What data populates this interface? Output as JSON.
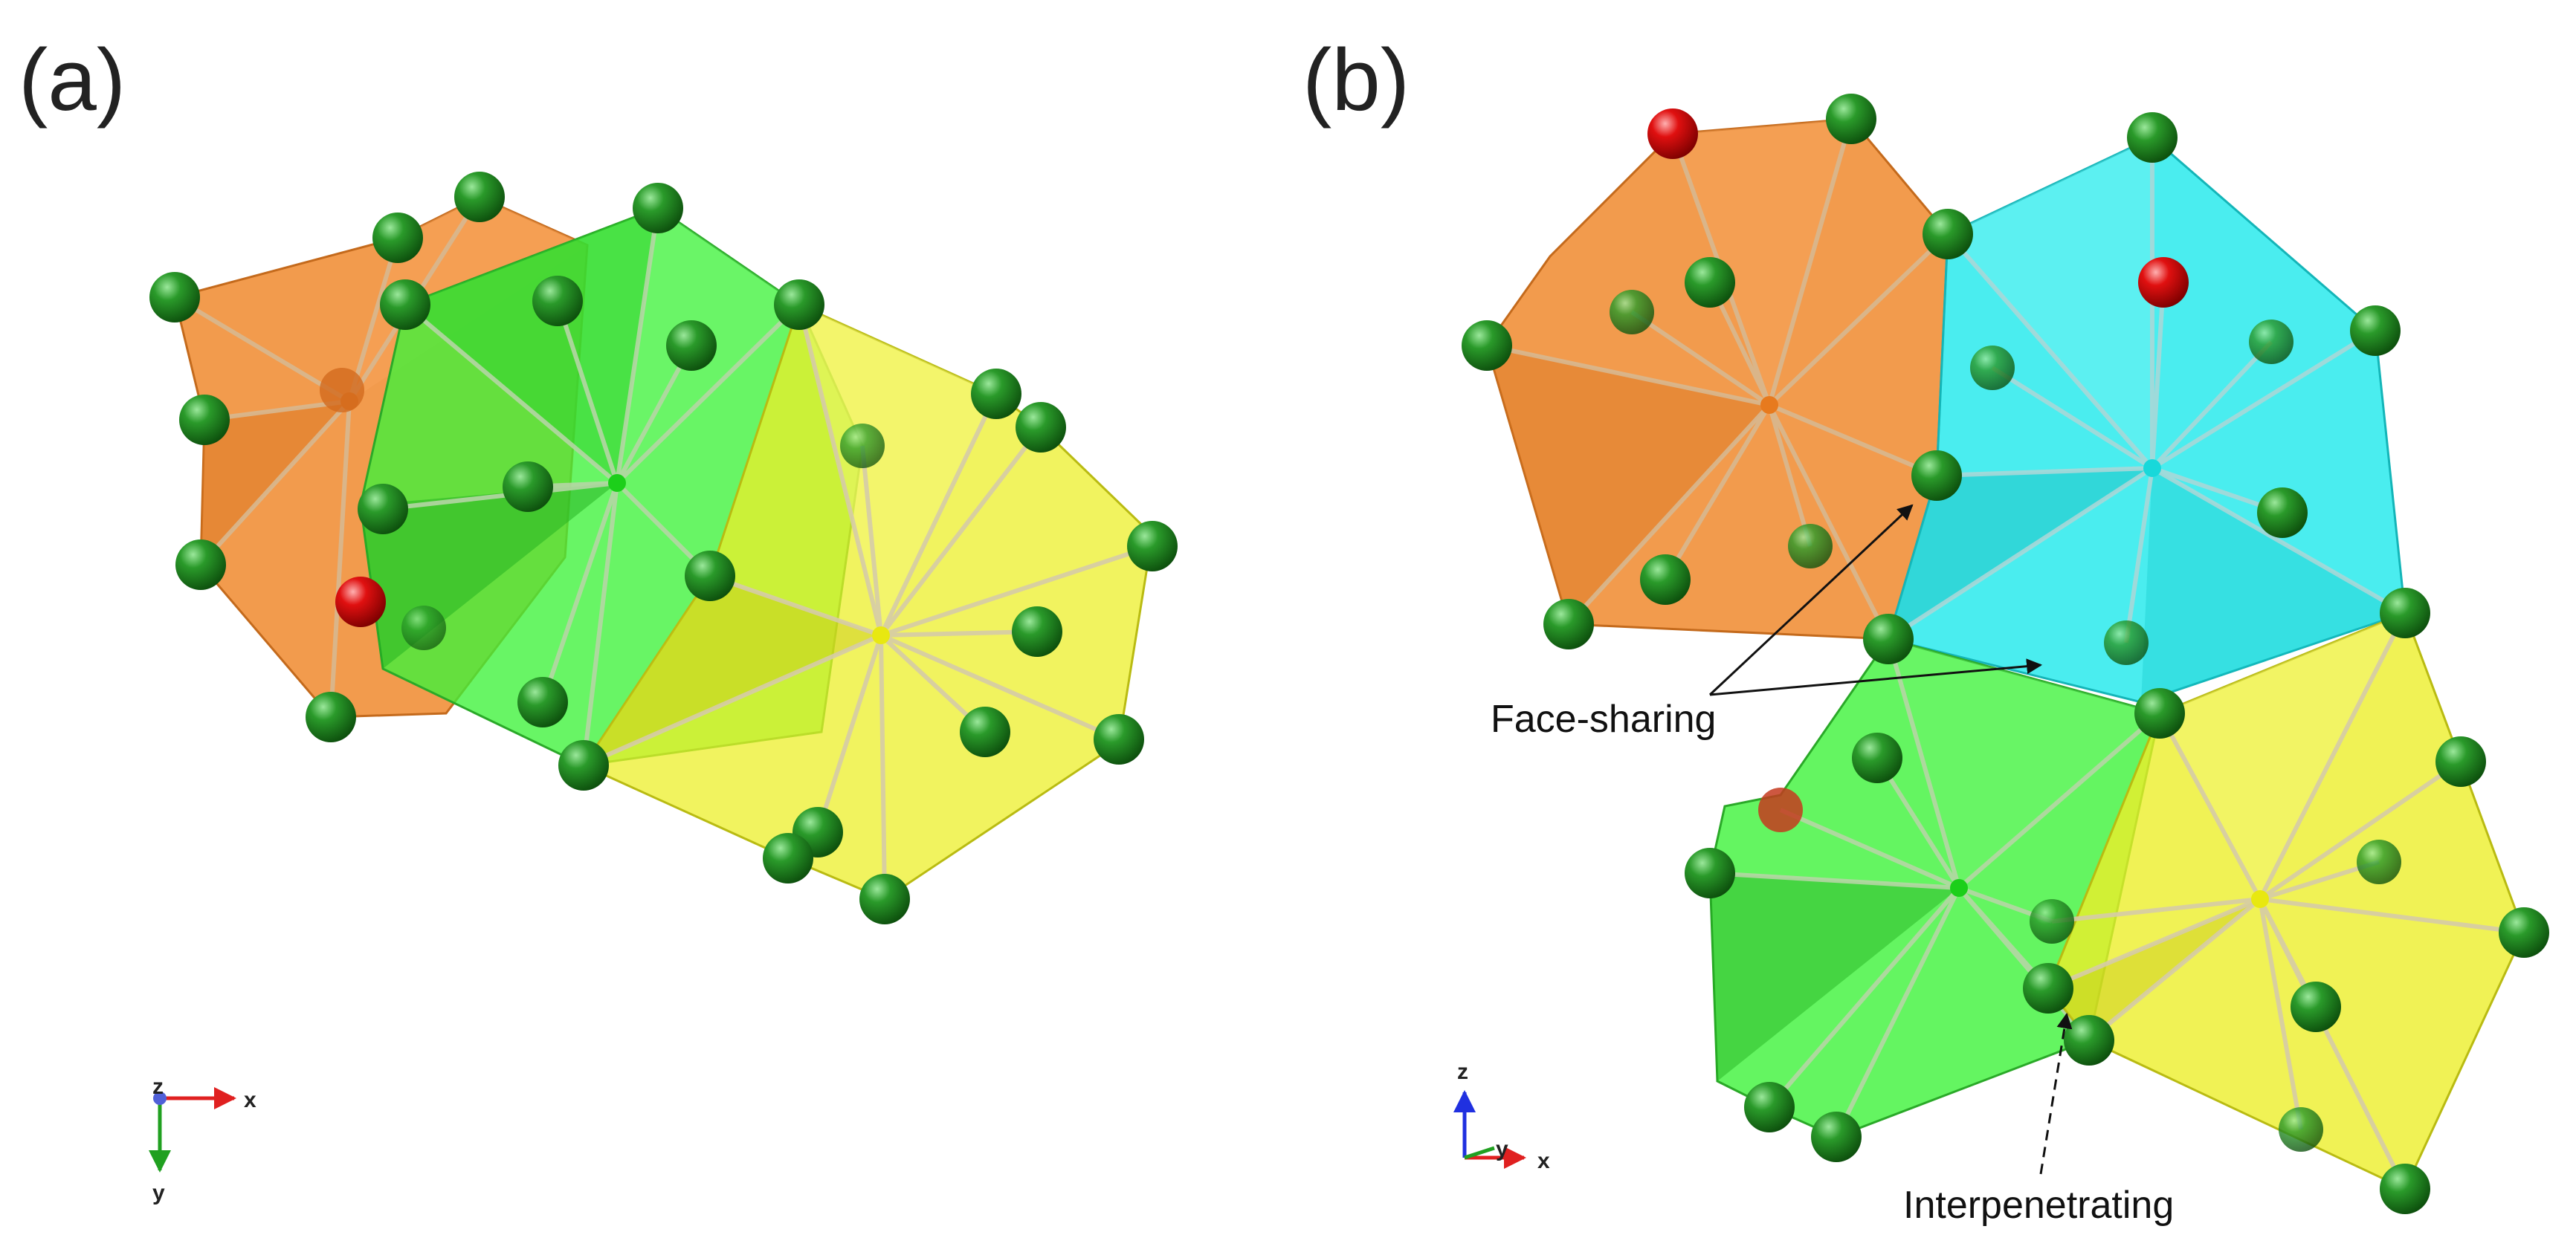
{
  "panels": {
    "a": {
      "label": "(a)",
      "axes": {
        "x": "x",
        "y": "y",
        "z": "z"
      }
    },
    "b": {
      "label": "(b)",
      "axes": {
        "x": "x",
        "y": "y",
        "z": "z"
      },
      "annotations": {
        "face_sharing": "Face-sharing",
        "interpenetrating": "Interpenetrating"
      }
    }
  },
  "colors": {
    "orange_polyhedron": "#f08a2e",
    "green_polyhedron": "#3df23a",
    "yellow_polyhedron": "#ecef2a",
    "cyan_polyhedron": "#22e9ec",
    "atom_green": "#1a8a1a",
    "atom_red": "#e01010",
    "axis_x": "#e02020",
    "axis_y": "#20a020",
    "axis_z": "#2030e0"
  }
}
